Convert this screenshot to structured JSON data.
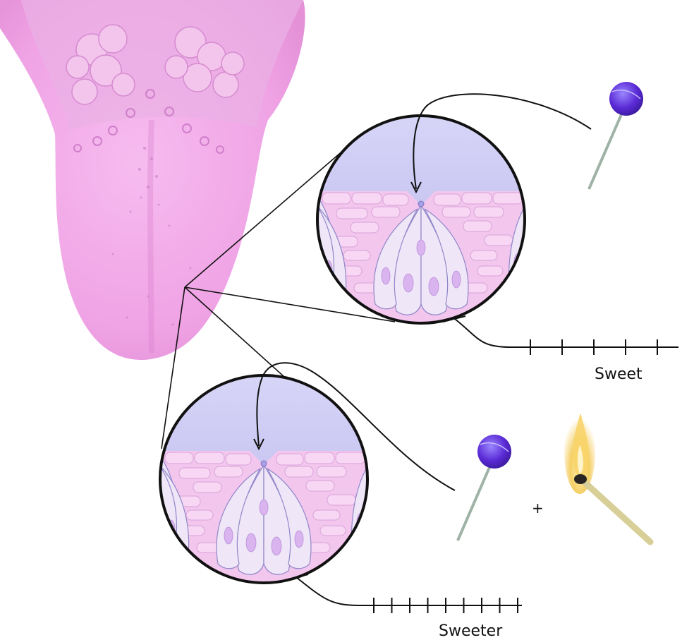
{
  "labels": {
    "sweet": "Sweet",
    "sweeter": "Sweeter",
    "plus": "+"
  },
  "spike_trains": {
    "sweet_spike_count": 5,
    "sweeter_spike_count": 9
  },
  "colors": {
    "tongue": "#f0a8e6",
    "tongue_shade": "#e28fd8",
    "papilla_bg": "#c9c7f1",
    "cell_fill": "#efe6f7",
    "cell_stroke": "#8f86c9",
    "epithelium": "#f3c6ee",
    "lollipop": "#6b3ee0",
    "match_stick": "#d8cf98",
    "flame": "#f3c64a"
  },
  "icons": {
    "lollipop_top": "lollipop-icon",
    "lollipop_bottom": "lollipop-icon",
    "match": "lit-match-icon"
  }
}
